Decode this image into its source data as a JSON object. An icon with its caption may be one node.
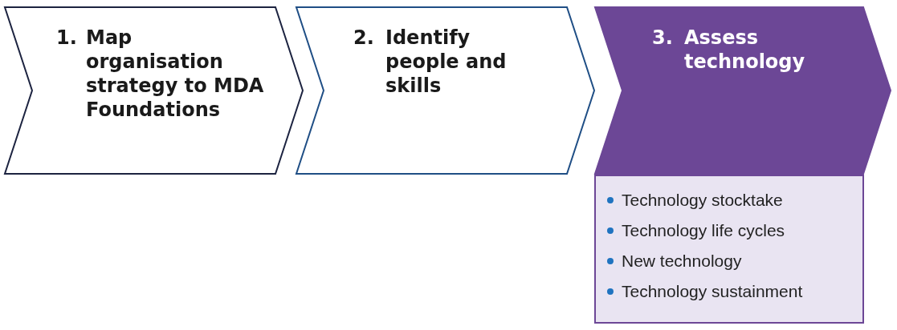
{
  "diagram": {
    "nodes": [
      {
        "text": [
          "1.",
          "Map organisation strategy to MDA Foundations"
        ]
      },
      {
        "text": [
          "2.",
          "Identify people and skills"
        ]
      },
      {
        "text": [
          "3.",
          "Assess technology"
        ]
      },
      {
        "text": [
          "Technology stocktake",
          "Technology life cycles",
          "New technology",
          "Technology sustainment"
        ]
      }
    ]
  }
}
